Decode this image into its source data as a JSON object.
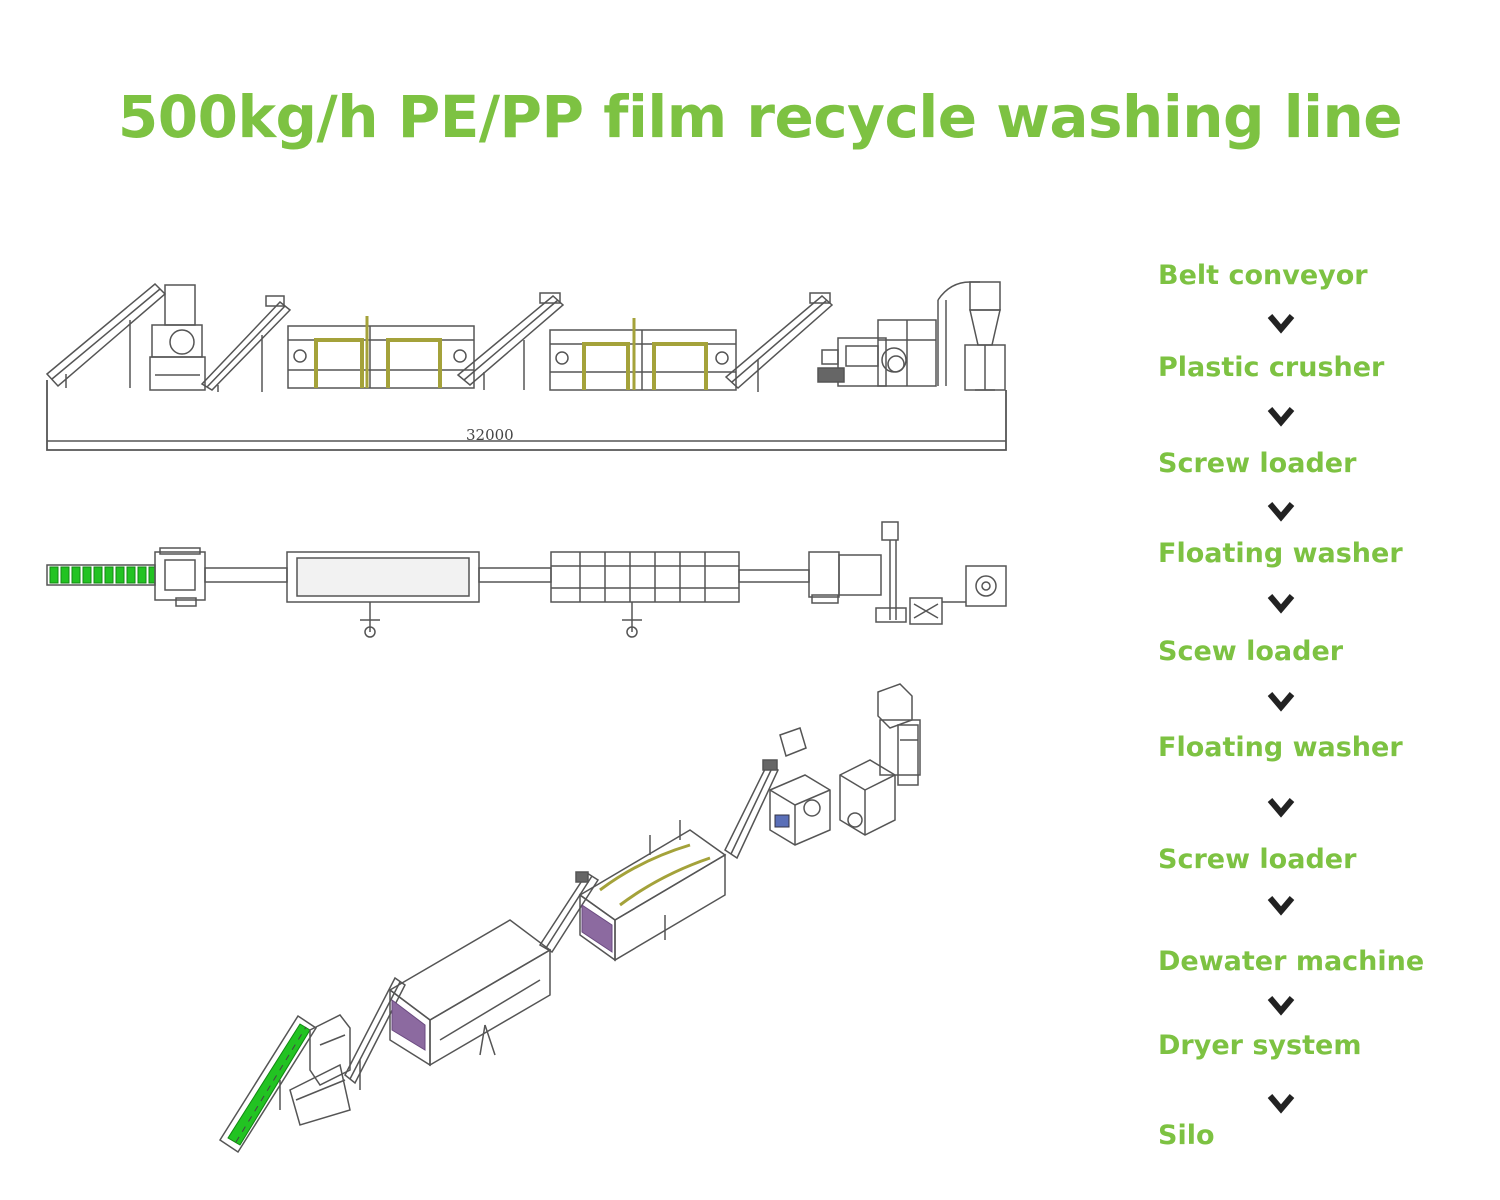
{
  "title": "500kg/h PE/PP film recycle washing line",
  "dimension_label": "32000",
  "process_steps": [
    "Belt conveyor",
    "Plastic crusher",
    "Screw loader",
    "Floating washer",
    "Scew loader",
    "Floating washer",
    "Screw loader",
    "Dewater machine",
    "Dryer system",
    "Silo"
  ],
  "colors": {
    "accent": "#7dc242",
    "line": "#555555",
    "belt_green": "#22c322",
    "pipe_olive": "#a4a23a",
    "purple": "#8c6aa0",
    "arrow": "#222222"
  },
  "icons": [
    "chevron-down-icon"
  ]
}
